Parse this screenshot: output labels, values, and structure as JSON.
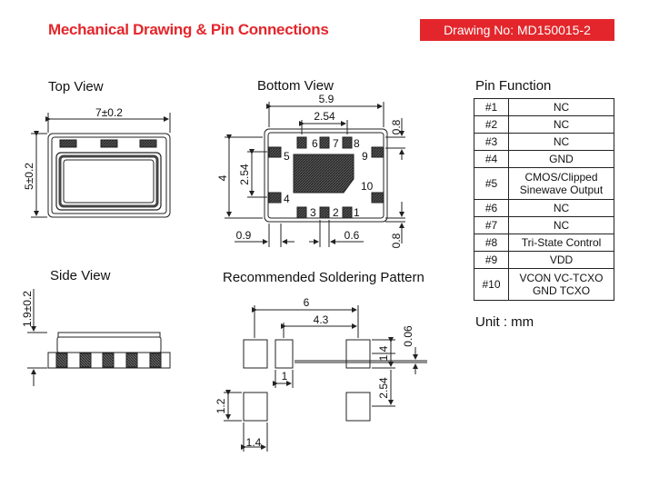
{
  "header": {
    "title": "Mechanical Drawing & Pin Connections",
    "drawing_no": "Drawing No: MD150015-2"
  },
  "views": {
    "top_view": "Top View",
    "bottom_view": "Bottom View",
    "side_view": "Side View",
    "soldering": "Recommended Soldering Pattern"
  },
  "dims": {
    "top_width": "7±0.2",
    "top_height": "5±0.2",
    "side_height": "1.9±0.2",
    "bot_59": "5.9",
    "bot_254h": "2.54",
    "bot_08a": "0.8",
    "bot_4": "4",
    "bot_254v": "2.54",
    "bot_09": "0.9",
    "bot_06": "0.6",
    "bot_08b": "0.8",
    "sp_6": "6",
    "sp_43": "4.3",
    "sp_14a": "1.4",
    "sp_006": "0.06",
    "sp_1": "1",
    "sp_254": "2.54",
    "sp_12": "1.2",
    "sp_14b": "1.4"
  },
  "pad_numbers": {
    "p1": "1",
    "p2": "2",
    "p3": "3",
    "p4": "4",
    "p5": "5",
    "p6": "6",
    "p7": "7",
    "p8": "8",
    "p9": "9",
    "p10": "10"
  },
  "pin_table": {
    "heading": "Pin Function",
    "rows": [
      {
        "pin": "#1",
        "fn": "NC"
      },
      {
        "pin": "#2",
        "fn": "NC"
      },
      {
        "pin": "#3",
        "fn": "NC"
      },
      {
        "pin": "#4",
        "fn": "GND"
      },
      {
        "pin": "#5",
        "fn1": "CMOS/Clipped",
        "fn2": "Sinewave Output"
      },
      {
        "pin": "#6",
        "fn": "NC"
      },
      {
        "pin": "#7",
        "fn": "NC"
      },
      {
        "pin": "#8",
        "fn": "Tri-State Control"
      },
      {
        "pin": "#9",
        "fn": "VDD"
      },
      {
        "pin": "#10",
        "fn1": "VCON VC-TCXO",
        "fn2": "GND TCXO"
      }
    ]
  },
  "unit": "Unit : mm"
}
